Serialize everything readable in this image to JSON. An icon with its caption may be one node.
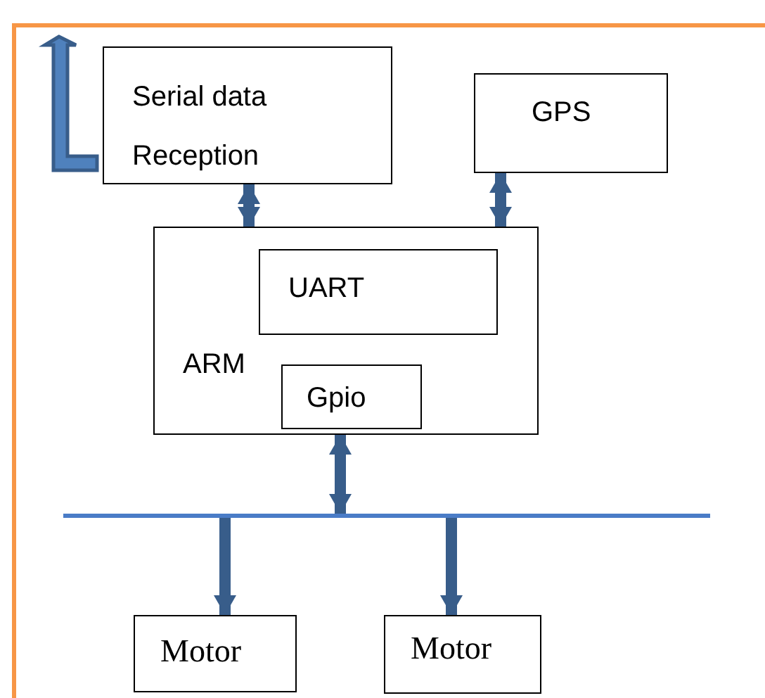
{
  "diagram": {
    "nodes": [
      {
        "text": [
          "Serial data Reception"
        ]
      },
      {
        "text": [
          "GPS"
        ]
      },
      {
        "text": [
          "ARM"
        ]
      },
      {
        "text": [
          "UART"
        ],
        "in": 2
      },
      {
        "text": [
          "Gpio"
        ],
        "in": 2
      },
      {
        "text": [],
        "shape": "bar"
      },
      {
        "text": [
          "Motor"
        ]
      },
      {
        "text": [
          "Motor"
        ]
      }
    ],
    "edges": [
      {
        "from": 0,
        "to": 2,
        "arrow": "both"
      },
      {
        "from": 1,
        "to": 2,
        "arrow": "both"
      },
      {
        "from": 2,
        "to": 5,
        "arrow": "both"
      },
      {
        "from": 5,
        "to": 6,
        "arrow": "to"
      },
      {
        "from": 5,
        "to": 7,
        "arrow": "to"
      }
    ]
  }
}
